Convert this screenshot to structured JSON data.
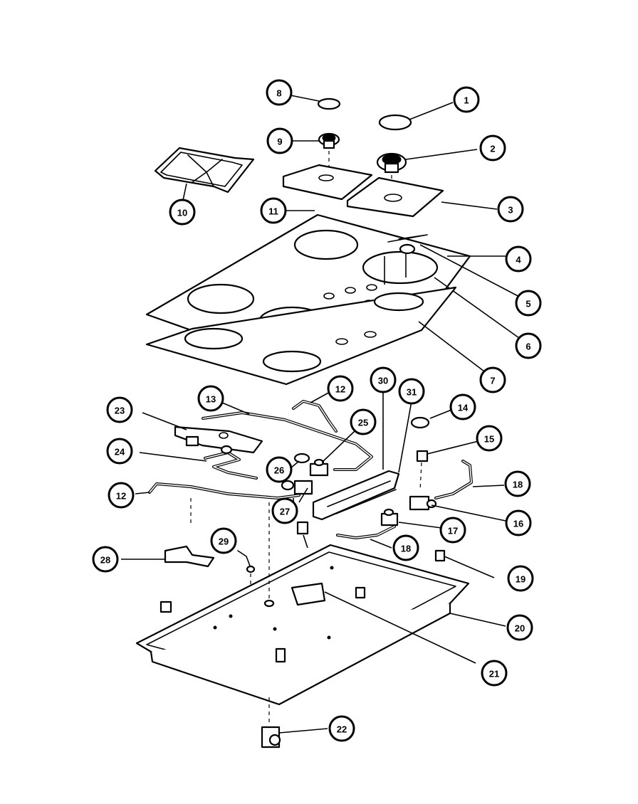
{
  "callouts": [
    {
      "id": "c1",
      "label": "1"
    },
    {
      "id": "c2",
      "label": "2"
    },
    {
      "id": "c3",
      "label": "3"
    },
    {
      "id": "c4",
      "label": "4"
    },
    {
      "id": "c5",
      "label": "5"
    },
    {
      "id": "c6",
      "label": "6"
    },
    {
      "id": "c7",
      "label": "7"
    },
    {
      "id": "c8",
      "label": "8"
    },
    {
      "id": "c9",
      "label": "9"
    },
    {
      "id": "c10",
      "label": "10"
    },
    {
      "id": "c11",
      "label": "11"
    },
    {
      "id": "c12a",
      "label": "12"
    },
    {
      "id": "c12b",
      "label": "12"
    },
    {
      "id": "c13",
      "label": "13"
    },
    {
      "id": "c14",
      "label": "14"
    },
    {
      "id": "c15",
      "label": "15"
    },
    {
      "id": "c16",
      "label": "16"
    },
    {
      "id": "c17",
      "label": "17"
    },
    {
      "id": "c18a",
      "label": "18"
    },
    {
      "id": "c18b",
      "label": "18"
    },
    {
      "id": "c19",
      "label": "19"
    },
    {
      "id": "c20",
      "label": "20"
    },
    {
      "id": "c21",
      "label": "21"
    },
    {
      "id": "c22",
      "label": "22"
    },
    {
      "id": "c23",
      "label": "23"
    },
    {
      "id": "c24",
      "label": "24"
    },
    {
      "id": "c25",
      "label": "25"
    },
    {
      "id": "c26",
      "label": "26"
    },
    {
      "id": "c27",
      "label": "27"
    },
    {
      "id": "c28",
      "label": "28"
    },
    {
      "id": "c29",
      "label": "29"
    },
    {
      "id": "c30",
      "label": "30"
    },
    {
      "id": "c31",
      "label": "31"
    }
  ]
}
